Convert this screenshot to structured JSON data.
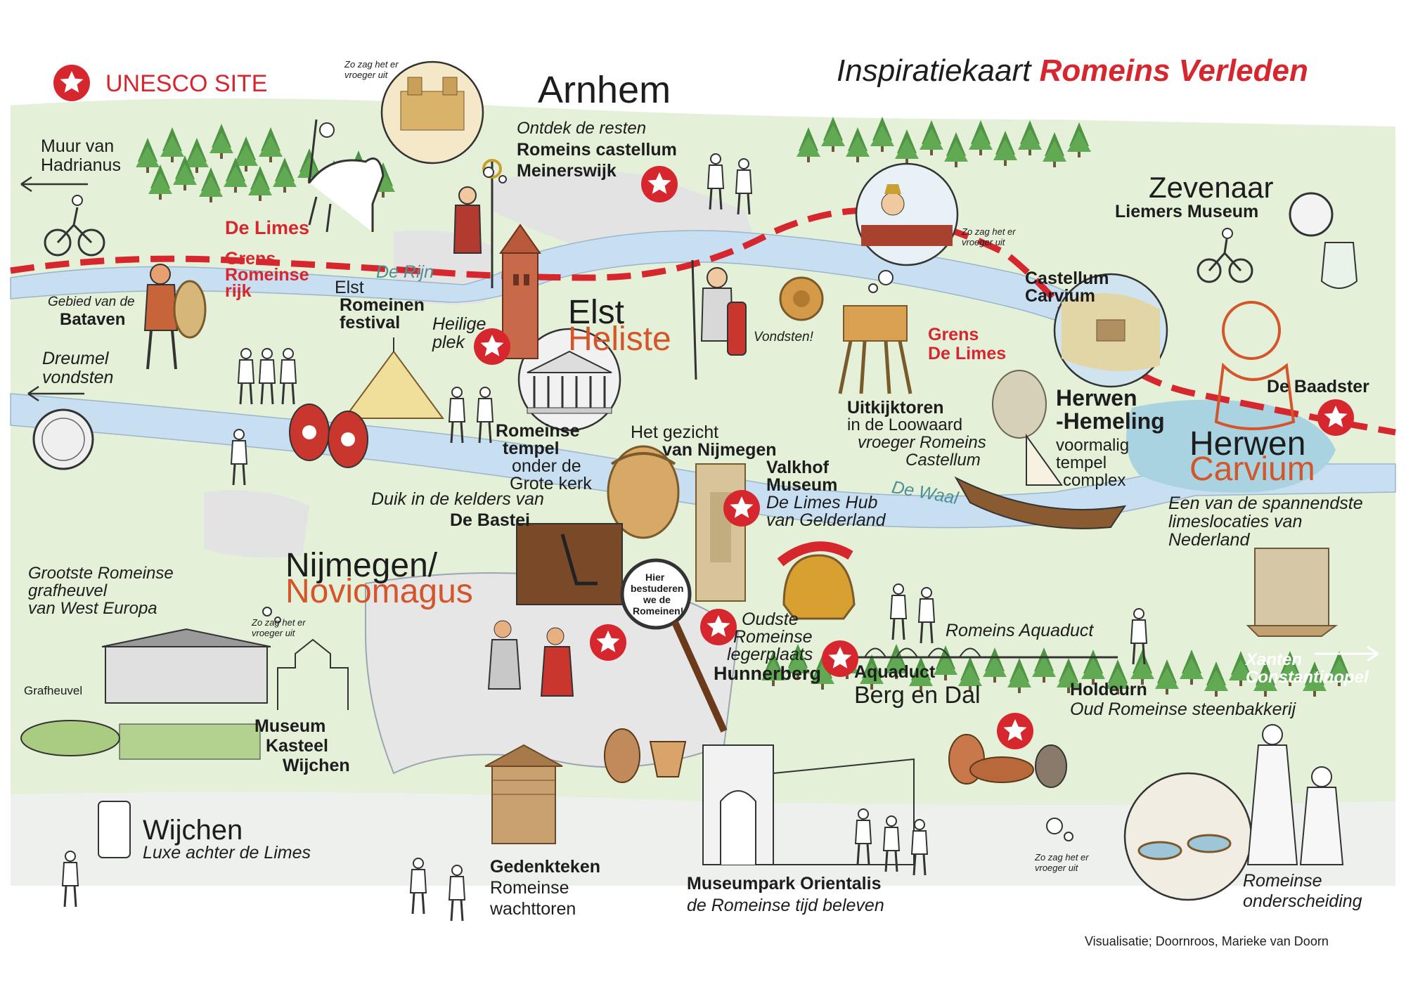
{
  "header": {
    "unesco_label": "UNESCO SITE",
    "title_plain": "Inspiratiekaart",
    "title_highlight": "Romeins Verleden"
  },
  "colors": {
    "accent_red": "#d6262e",
    "orange": "#d4552a",
    "river": "#c7dff0",
    "land_green": "#e4f0d8",
    "urban_gray": "#e3e3e3",
    "forest": "#5b9a4c"
  },
  "icons": [
    "unesco-star-icon",
    "arrow-left-icon",
    "arrow-right-icon",
    "cyclist-icon",
    "walker-icon",
    "magnifier-icon",
    "helmet-icon",
    "coin-icon",
    "temple-icon",
    "tower-icon",
    "ship-icon",
    "pottery-icon",
    "gate-icon"
  ],
  "labels": {
    "arnhem": "Arnhem",
    "meinerswijk_intro": "Ontdek de resten",
    "meinerswijk_1": "Romeins castellum",
    "meinerswijk_2": "Meinerswijk",
    "muur_1": "Muur van",
    "muur_2": "Hadrianus",
    "limes": "De Limes",
    "grens_1": "Grens",
    "grens_2": "Romeinse",
    "grens_3": "rijk",
    "rijn": "De Rijn",
    "bataven_1": "Gebied van de",
    "bataven_2": "Bataven",
    "dreumel_1": "Dreumel",
    "dreumel_2": "vondsten",
    "festival_1": "Elst",
    "festival_2": "Romeinen",
    "festival_3": "festival",
    "heilige_1": "Heilige",
    "heilige_2": "plek",
    "elst": "Elst",
    "heliste": "Heliste",
    "vondsten": "Vondsten!",
    "grens_limes_1": "Grens",
    "grens_limes_2": "De Limes",
    "zevenaar": "Zevenaar",
    "liemers": "Liemers Museum",
    "castellum_1": "Castellum",
    "castellum_2": "Carvium",
    "baadster": "De Baadster",
    "herwen_hem_1": "Herwen",
    "herwen_hem_2": "-Hemeling",
    "tempel_1": "voormalig",
    "tempel_2": "tempel",
    "tempel_3": "complex",
    "herwen": "Herwen",
    "carvium": "Carvium",
    "spannend_1": "Een van de spannendste",
    "spannend_2": "limeslocaties van",
    "spannend_3": "Nederland",
    "uitkijk_1": "Uitkijktoren",
    "uitkijk_2": "in de Loowaard",
    "uitkijk_3": "vroeger Romeins",
    "uitkijk_4": "Castellum",
    "waal": "De Waal",
    "tempel_kerk_1": "Romeinse",
    "tempel_kerk_2": "tempel",
    "tempel_kerk_3": "onder de",
    "tempel_kerk_4": "Grote kerk",
    "gezicht_1": "Het gezicht",
    "gezicht_2": "van Nijmegen",
    "valkhof_1": "Valkhof",
    "valkhof_2": "Museum",
    "valkhof_3": "De Limes Hub",
    "valkhof_4": "van Gelderland",
    "bastei_1": "Duik in de kelders van",
    "bastei_2": "De Bastei",
    "nijmegen": "Nijmegen/",
    "noviomagus": "Noviomagus",
    "grafheuvel_1": "Grootste Romeinse",
    "grafheuvel_2": "grafheuvel",
    "grafheuvel_3": "van West Europa",
    "magnifier_1": "Hier",
    "magnifier_2": "bestuderen",
    "magnifier_3": "we de",
    "magnifier_4": "Romeinen!",
    "oudste_1": "Oudste",
    "oudste_2": "Romeinse",
    "oudste_3": "legerplaats",
    "oudste_4": "Hunnerberg",
    "aquaduct_route": "Romeins Aquaduct",
    "aquaduct_1": "Aquaduct",
    "aquaduct_2": "Berg en Dal",
    "holdeurn_1": "Holdeurn",
    "holdeurn_2": "Oud Romeinse steenbakkerij",
    "xanten_1": "Xanten",
    "xanten_2": "Constantinopel",
    "zo_zag": "Zo zag het er",
    "vroeger": "vroeger uit",
    "grafheuvel_small": "Grafheuvel",
    "kasteel_1": "Museum",
    "kasteel_2": "Kasteel",
    "kasteel_3": "Wijchen",
    "wijchen": "Wijchen",
    "wijchen_sub": "Luxe achter de Limes",
    "gedenk_1": "Gedenkteken",
    "gedenk_2": "Romeinse",
    "gedenk_3": "wachttoren",
    "orientalis_1": "Museumpark Orientalis",
    "orientalis_2": "de Romeinse tijd beleven",
    "onderscheiding_1": "Romeinse",
    "onderscheiding_2": "onderscheiding",
    "credit": "Visualisatie; Doornroos, Marieke van Doorn"
  }
}
